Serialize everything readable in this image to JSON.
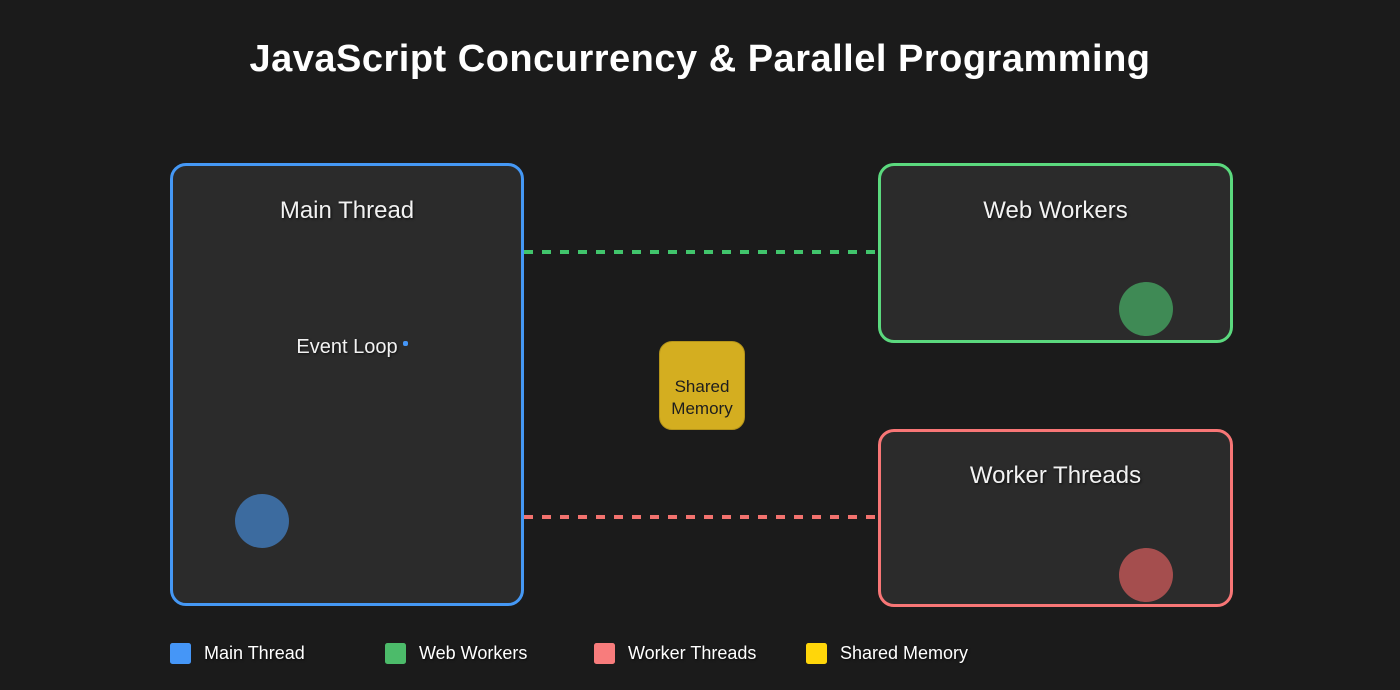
{
  "title": "JavaScript Concurrency & Parallel Programming",
  "background_color": "#1b1b1b",
  "diagram": {
    "nodes": [
      {
        "id": "main-thread",
        "label": "Main Thread",
        "sub_label": "Event Loop",
        "border_color": "#4598f5",
        "fill_color": "#2b2b2b",
        "circle_color": "#3c6b9f"
      },
      {
        "id": "web-workers",
        "label": "Web Workers",
        "border_color": "#5bd97e",
        "fill_color": "#2b2b2b",
        "circle_color": "#3f8a55"
      },
      {
        "id": "worker-threads",
        "label": "Worker Threads",
        "border_color": "#f87676",
        "fill_color": "#2b2b2b",
        "circle_color": "#a54e4e"
      },
      {
        "id": "shared-memory",
        "label": "Shared Memory",
        "fill_color": "#d4ae20",
        "text_color": "#1e1e1e"
      }
    ],
    "edges": [
      {
        "from": "main-thread",
        "to": "web-workers",
        "style": "dashed",
        "color": "#41c56c"
      },
      {
        "from": "main-thread",
        "to": "worker-threads",
        "style": "dashed",
        "color": "#f2726e"
      }
    ]
  },
  "legend": {
    "items": [
      {
        "label": "Main Thread",
        "color": "#4596f7"
      },
      {
        "label": "Web Workers",
        "color": "#4cbb6a"
      },
      {
        "label": "Worker Threads",
        "color": "#f87c7c"
      },
      {
        "label": "Shared Memory",
        "color": "#ffd60a"
      }
    ]
  }
}
